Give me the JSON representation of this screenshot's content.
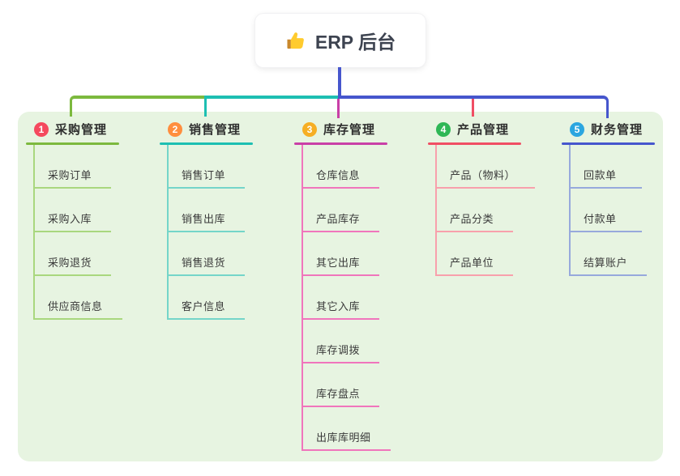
{
  "canvas": {
    "background_color": "#FFFFFF",
    "panel_color": "#E7F4E1"
  },
  "root": {
    "label": "ERP 后台",
    "icon": "thumbs-up-icon",
    "text_color": "#3D4350"
  },
  "branches": [
    {
      "number": "1",
      "label": "采购管理",
      "line_color": "#7CB93E",
      "child_line_color": "#A9D77E",
      "badge_color": "#F5495E",
      "children": [
        "采购订单",
        "采购入库",
        "采购退货",
        "供应商信息"
      ]
    },
    {
      "number": "2",
      "label": "销售管理",
      "line_color": "#1DBFB2",
      "child_line_color": "#74D5C9",
      "badge_color": "#FF8E3E",
      "children": [
        "销售订单",
        "销售出库",
        "销售退货",
        "客户信息"
      ]
    },
    {
      "number": "3",
      "label": "库存管理",
      "line_color": "#C93FA7",
      "child_line_color": "#F075BC",
      "badge_color": "#F6AE24",
      "children": [
        "仓库信息",
        "产品库存",
        "其它出库",
        "其它入库",
        "库存调拨",
        "库存盘点",
        "出库库明细"
      ]
    },
    {
      "number": "4",
      "label": "产品管理",
      "line_color": "#F04E64",
      "child_line_color": "#F8A0AC",
      "badge_color": "#2FB756",
      "children": [
        "产品（物料）",
        "产品分类",
        "产品单位"
      ]
    },
    {
      "number": "5",
      "label": "财务管理",
      "line_color": "#4656CD",
      "child_line_color": "#97A9DC",
      "badge_color": "#2BA6E0",
      "children": [
        "回款单",
        "付款单",
        "结算账户"
      ]
    }
  ]
}
